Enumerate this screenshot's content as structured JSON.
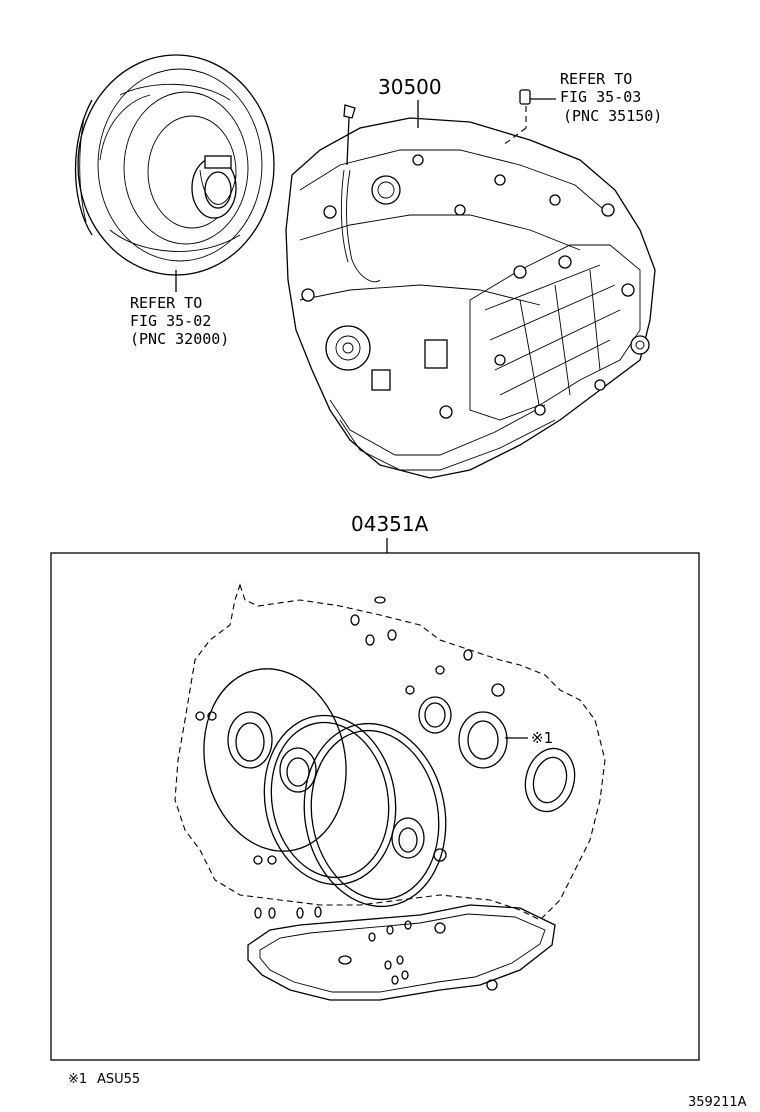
{
  "parts": {
    "transmission_pnc": "30500",
    "gasket_kit_pnc": "04351A",
    "kit_item_marker": "※1"
  },
  "references": {
    "torque_converter": {
      "line1": "REFER TO",
      "line2": "FIG 35-02",
      "line3": "(PNC 32000)"
    },
    "plug": {
      "line1": "REFER TO",
      "line2": "FIG 35-03",
      "line3": "(PNC 35150)"
    }
  },
  "footnote": {
    "marker": "※1",
    "text": "ASU55"
  },
  "figure_id": "359211A"
}
